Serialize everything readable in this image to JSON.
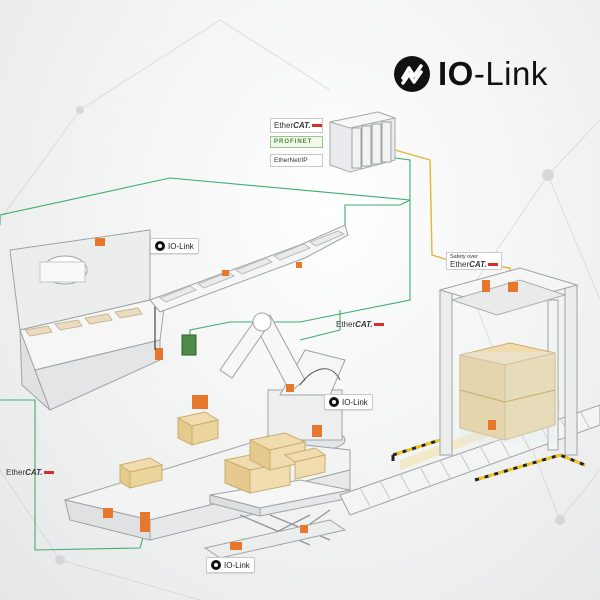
{
  "logo": {
    "text_bold": "IO",
    "text_rest": "-Link",
    "icon": "io-link-logo-icon"
  },
  "network_labels": {
    "ethercat_top": {
      "prefix": "Ether",
      "suffix": "CAT."
    },
    "profinet": "PROFINET",
    "ethernetip": "EtherNet/IP",
    "ethercat_mid": {
      "prefix": "Ether",
      "suffix": "CAT."
    },
    "ethercat_left": {
      "prefix": "Ether",
      "suffix": "CAT."
    },
    "safety_over": {
      "line1": "Safety over",
      "prefix": "Ether",
      "suffix": "CAT."
    }
  },
  "io_link_tags": [
    {
      "text": "IO-Link"
    },
    {
      "text": "IO-Link"
    },
    {
      "text": "IO-Link"
    }
  ],
  "colors": {
    "bus_line": "#3fae6e",
    "io_line": "#e8b23a",
    "accent_orange": "#e8772e",
    "safety_yellow": "#f0c419"
  }
}
